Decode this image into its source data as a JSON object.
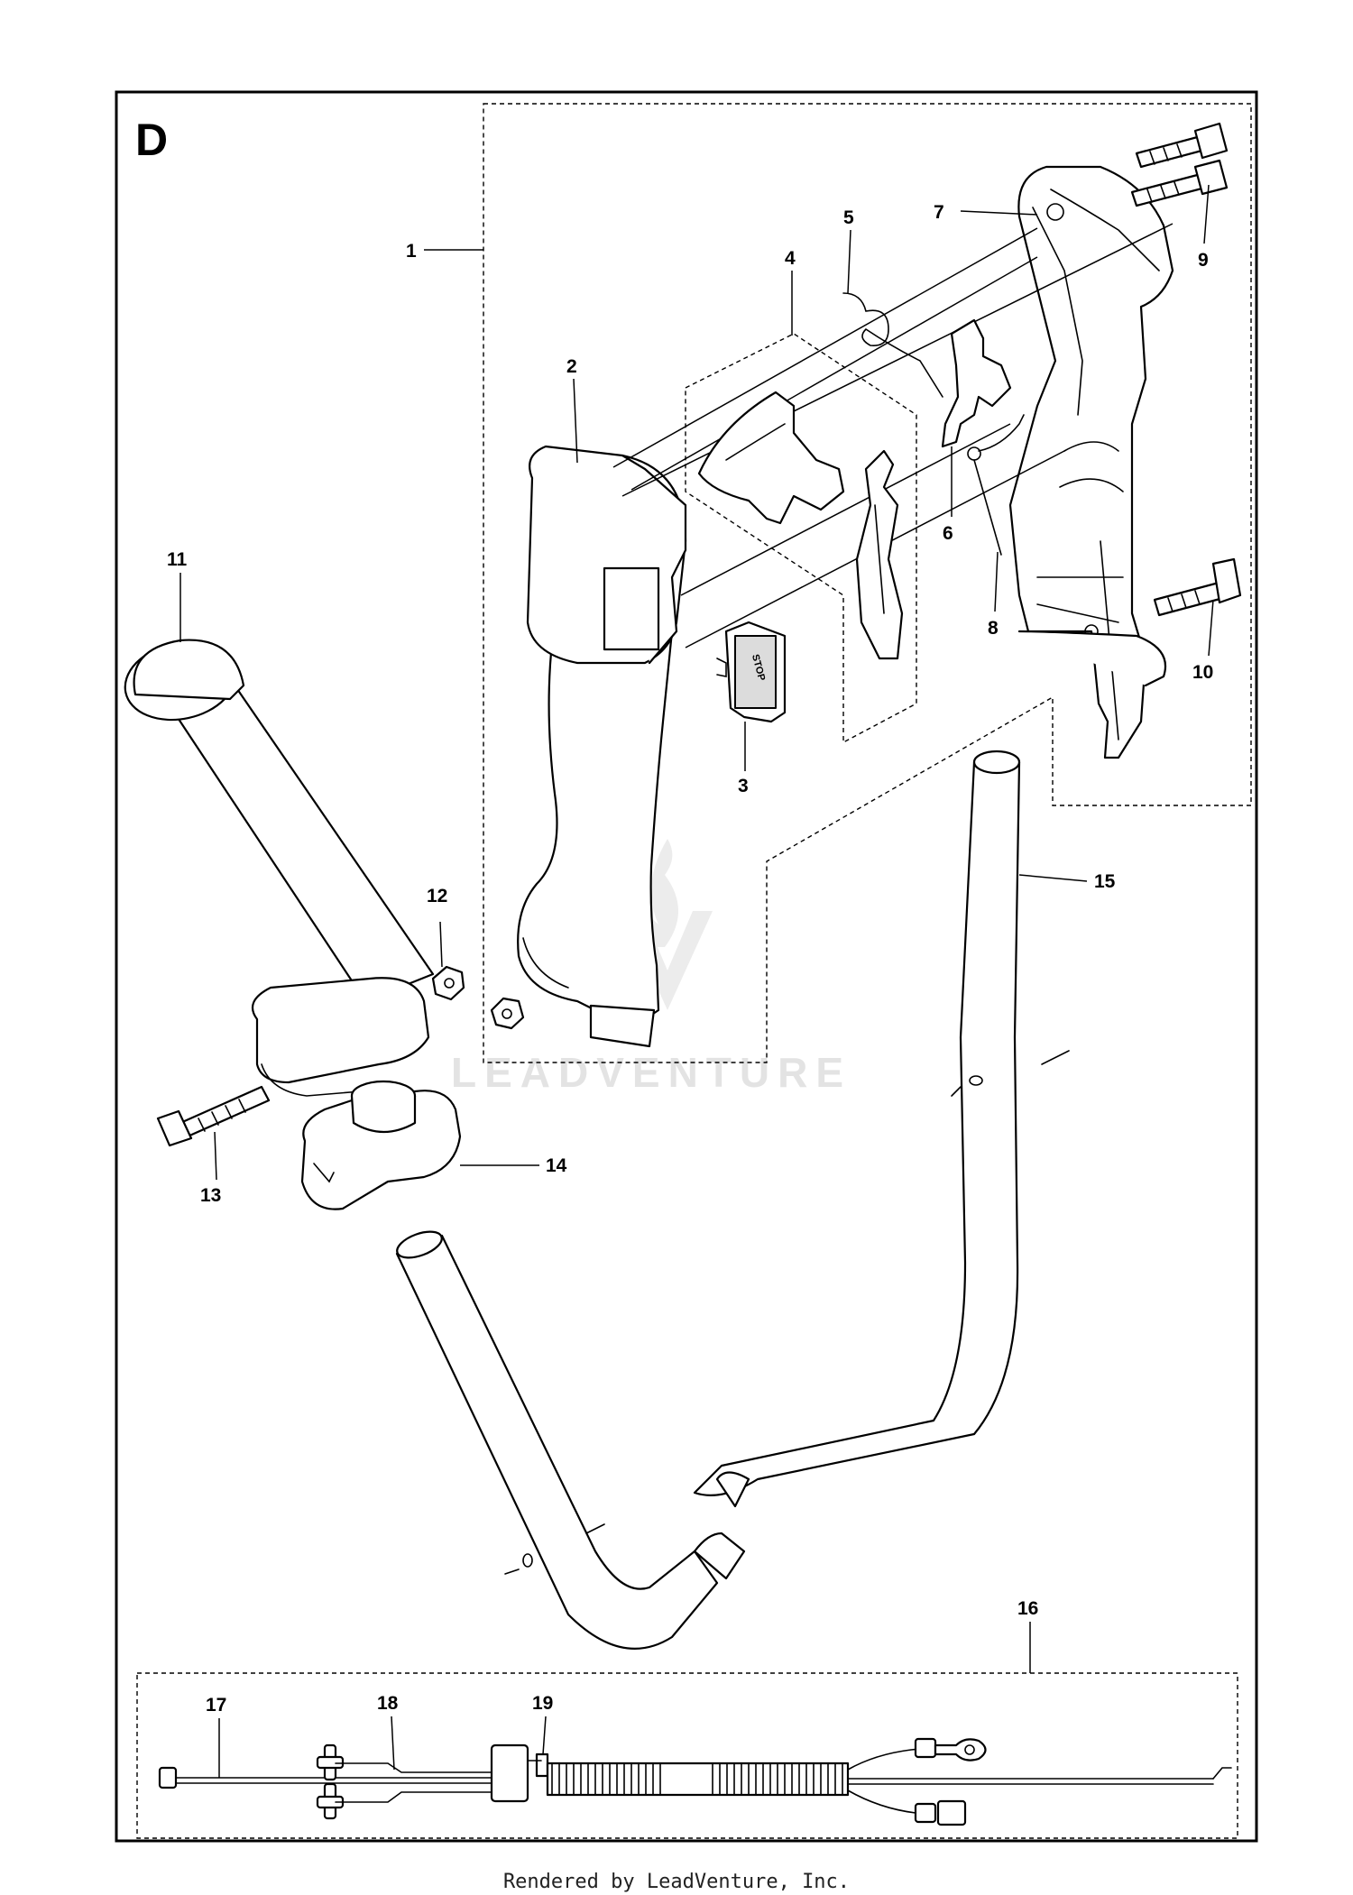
{
  "diagram": {
    "section_label": "D",
    "watermark": "LEADVENTURE",
    "callouts": [
      {
        "id": "1",
        "text": "1"
      },
      {
        "id": "2",
        "text": "2"
      },
      {
        "id": "3",
        "text": "3"
      },
      {
        "id": "4",
        "text": "4"
      },
      {
        "id": "5",
        "text": "5"
      },
      {
        "id": "6",
        "text": "6"
      },
      {
        "id": "7",
        "text": "7"
      },
      {
        "id": "8",
        "text": "8"
      },
      {
        "id": "9",
        "text": "9"
      },
      {
        "id": "10",
        "text": "10"
      },
      {
        "id": "11",
        "text": "11"
      },
      {
        "id": "12",
        "text": "12"
      },
      {
        "id": "13",
        "text": "13"
      },
      {
        "id": "14",
        "text": "14"
      },
      {
        "id": "15",
        "text": "15"
      },
      {
        "id": "16",
        "text": "16"
      },
      {
        "id": "17",
        "text": "17"
      },
      {
        "id": "18",
        "text": "18"
      },
      {
        "id": "19",
        "text": "19"
      }
    ],
    "switch_label": "STOP"
  },
  "footer": {
    "text": "Rendered by LeadVenture, Inc."
  }
}
